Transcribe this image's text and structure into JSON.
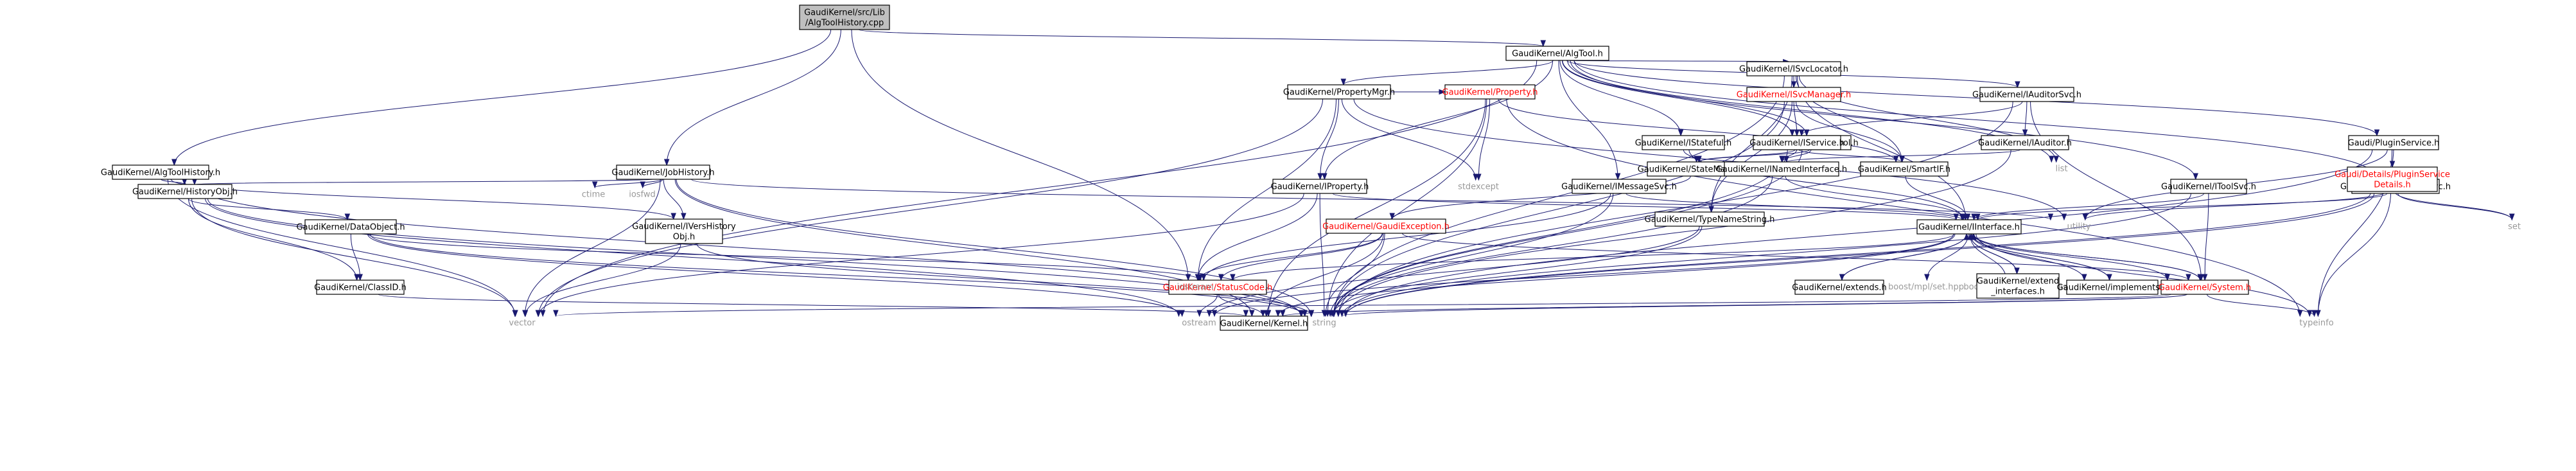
{
  "graph": {
    "nodes": [
      {
        "id": "root",
        "lines": [
          "GaudiKernel/src/Lib",
          "/AlgToolHistory.cpp"
        ],
        "style": "root"
      },
      {
        "id": "algtool",
        "lines": [
          "GaudiKernel/AlgTool.h"
        ],
        "style": "box"
      },
      {
        "id": "algtoolhistory",
        "lines": [
          "GaudiKernel/AlgToolHistory.h"
        ],
        "style": "box"
      },
      {
        "id": "jobhistory",
        "lines": [
          "GaudiKernel/JobHistory.h"
        ],
        "style": "box"
      },
      {
        "id": "historyobj",
        "lines": [
          "GaudiKernel/HistoryObj.h"
        ],
        "style": "box"
      },
      {
        "id": "dataobject",
        "lines": [
          "GaudiKernel/DataObject.h"
        ],
        "style": "box"
      },
      {
        "id": "classid",
        "lines": [
          "GaudiKernel/ClassID.h"
        ],
        "style": "box"
      },
      {
        "id": "ctime",
        "lines": [
          "ctime"
        ],
        "style": "plain"
      },
      {
        "id": "iosfwd",
        "lines": [
          "iosfwd"
        ],
        "style": "plain"
      },
      {
        "id": "iversh",
        "lines": [
          "GaudiKernel/IVersHistory",
          "Obj.h"
        ],
        "style": "box"
      },
      {
        "id": "propmgr",
        "lines": [
          "GaudiKernel/PropertyMgr.h"
        ],
        "style": "box"
      },
      {
        "id": "propertyh",
        "lines": [
          "GaudiKernel/Property.h"
        ],
        "style": "red"
      },
      {
        "id": "iproperty",
        "lines": [
          "GaudiKernel/IProperty.h"
        ],
        "style": "box"
      },
      {
        "id": "stdexcept",
        "lines": [
          "stdexcept"
        ],
        "style": "plain"
      },
      {
        "id": "istateful",
        "lines": [
          "GaudiKernel/IStateful.h"
        ],
        "style": "box"
      },
      {
        "id": "ialgtool",
        "lines": [
          "GaudiKernel/IAlgTool.h"
        ],
        "style": "box"
      },
      {
        "id": "statemachine",
        "lines": [
          "GaudiKernel/StateMachine.h"
        ],
        "style": "box"
      },
      {
        "id": "gaudiexc",
        "lines": [
          "GaudiKernel/GaudiException.h"
        ],
        "style": "red"
      },
      {
        "id": "imessagesvc",
        "lines": [
          "GaudiKernel/IMessageSvc.h"
        ],
        "style": "box"
      },
      {
        "id": "isvclocator",
        "lines": [
          "GaudiKernel/ISvcLocator.h"
        ],
        "style": "box"
      },
      {
        "id": "isvcmanager",
        "lines": [
          "GaudiKernel/ISvcManager.h"
        ],
        "style": "red"
      },
      {
        "id": "iservice",
        "lines": [
          "GaudiKernel/IService.h"
        ],
        "style": "box"
      },
      {
        "id": "smartif",
        "lines": [
          "GaudiKernel/SmartIF.h"
        ],
        "style": "box"
      },
      {
        "id": "inamed",
        "lines": [
          "GaudiKernel/INamedInterface.h"
        ],
        "style": "box"
      },
      {
        "id": "typename",
        "lines": [
          "GaudiKernel/TypeNameString.h"
        ],
        "style": "box"
      },
      {
        "id": "list",
        "lines": [
          "list"
        ],
        "style": "plain"
      },
      {
        "id": "iauditorsvc",
        "lines": [
          "GaudiKernel/IAuditorSvc.h"
        ],
        "style": "box"
      },
      {
        "id": "iauditor",
        "lines": [
          "GaudiKernel/IAuditor.h"
        ],
        "style": "box"
      },
      {
        "id": "itoolsvc",
        "lines": [
          "GaudiKernel/IToolSvc.h"
        ],
        "style": "box"
      },
      {
        "id": "imonitorsvc",
        "lines": [
          "GaudiKernel/IMonitorSvc.h"
        ],
        "style": "box"
      },
      {
        "id": "pluginservice",
        "lines": [
          "Gaudi/PluginService.h"
        ],
        "style": "box"
      },
      {
        "id": "pluginsvcdetails",
        "lines": [
          "Gaudi/Details/PluginService",
          "Details.h"
        ],
        "style": "red"
      },
      {
        "id": "iinterface",
        "lines": [
          "GaudiKernel/IInterface.h"
        ],
        "style": "box"
      },
      {
        "id": "utility",
        "lines": [
          "utility"
        ],
        "style": "plain"
      },
      {
        "id": "set",
        "lines": [
          "set"
        ],
        "style": "plain"
      },
      {
        "id": "statuscode",
        "lines": [
          "GaudiKernel/StatusCode.h"
        ],
        "style": "red"
      },
      {
        "id": "iostream",
        "lines": [
          "iostream"
        ],
        "style": "plain"
      },
      {
        "id": "extends",
        "lines": [
          "GaudiKernel/extends.h"
        ],
        "style": "box"
      },
      {
        "id": "mplset",
        "lines": [
          "boost/mpl/set.hpp"
        ],
        "style": "plain"
      },
      {
        "id": "mplinsert",
        "lines": [
          "boost/mpl/insert.hpp"
        ],
        "style": "plain"
      },
      {
        "id": "mplfold",
        "lines": [
          "boost/mpl/fold.hpp"
        ],
        "style": "plain"
      },
      {
        "id": "mplforeach",
        "lines": [
          "boost/mpl/for_each.hpp"
        ],
        "style": "plain"
      },
      {
        "id": "extendint",
        "lines": [
          "GaudiKernel/extend",
          "_interfaces.h"
        ],
        "style": "box"
      },
      {
        "id": "implements",
        "lines": [
          "GaudiKernel/implements.h"
        ],
        "style": "box"
      },
      {
        "id": "systemh",
        "lines": [
          "GaudiKernel/System.h"
        ],
        "style": "red"
      },
      {
        "id": "vector",
        "lines": [
          "vector"
        ],
        "style": "plain"
      },
      {
        "id": "ostream",
        "lines": [
          "ostream"
        ],
        "style": "plain"
      },
      {
        "id": "kernelh",
        "lines": [
          "GaudiKernel/Kernel.h"
        ],
        "style": "box"
      },
      {
        "id": "string",
        "lines": [
          "string"
        ],
        "style": "plain"
      },
      {
        "id": "typeinfo",
        "lines": [
          "typeinfo"
        ],
        "style": "plain"
      }
    ],
    "edges": [
      [
        "root",
        "algtool"
      ],
      [
        "root",
        "algtoolhistory"
      ],
      [
        "root",
        "jobhistory"
      ],
      [
        "root",
        "iostream"
      ],
      [
        "algtoolhistory",
        "historyobj"
      ],
      [
        "algtoolhistory",
        "iversh"
      ],
      [
        "algtoolhistory",
        "string"
      ],
      [
        "algtoolhistory",
        "vector"
      ],
      [
        "jobhistory",
        "historyobj"
      ],
      [
        "jobhistory",
        "ctime"
      ],
      [
        "jobhistory",
        "iosfwd"
      ],
      [
        "jobhistory",
        "iversh"
      ],
      [
        "jobhistory",
        "string"
      ],
      [
        "jobhistory",
        "vector"
      ],
      [
        "jobhistory",
        "utility"
      ],
      [
        "jobhistory",
        "kernelh"
      ],
      [
        "historyobj",
        "dataobject"
      ],
      [
        "historyobj",
        "classid"
      ],
      [
        "historyobj",
        "string"
      ],
      [
        "historyobj",
        "vector"
      ],
      [
        "historyobj",
        "ostream"
      ],
      [
        "dataobject",
        "classid"
      ],
      [
        "dataobject",
        "statuscode"
      ],
      [
        "dataobject",
        "string"
      ],
      [
        "dataobject",
        "ostream"
      ],
      [
        "classid",
        "kernelh"
      ],
      [
        "iversh",
        "string"
      ],
      [
        "iversh",
        "vector"
      ],
      [
        "algtool",
        "propmgr"
      ],
      [
        "algtool",
        "iproperty"
      ],
      [
        "algtool",
        "istateful"
      ],
      [
        "algtool",
        "ialgtool"
      ],
      [
        "algtool",
        "imessagesvc"
      ],
      [
        "algtool",
        "isvclocator"
      ],
      [
        "algtool",
        "iservice"
      ],
      [
        "algtool",
        "list"
      ],
      [
        "algtool",
        "iauditorsvc"
      ],
      [
        "algtool",
        "itoolsvc"
      ],
      [
        "algtool",
        "imonitorsvc"
      ],
      [
        "algtool",
        "pluginservice"
      ],
      [
        "algtool",
        "vector"
      ],
      [
        "propmgr",
        "propertyh"
      ],
      [
        "propmgr",
        "iproperty"
      ],
      [
        "propmgr",
        "stdexcept"
      ],
      [
        "propmgr",
        "iostream"
      ],
      [
        "propmgr",
        "vector"
      ],
      [
        "propmgr",
        "utility"
      ],
      [
        "propertyh",
        "smartif"
      ],
      [
        "propertyh",
        "stdexcept"
      ],
      [
        "propertyh",
        "string"
      ],
      [
        "propertyh",
        "typeinfo"
      ],
      [
        "propertyh",
        "kernelh"
      ],
      [
        "iproperty",
        "iinterface"
      ],
      [
        "iproperty",
        "iostream"
      ],
      [
        "iproperty",
        "string"
      ],
      [
        "iproperty",
        "vector"
      ],
      [
        "istateful",
        "statemachine"
      ],
      [
        "istateful",
        "iinterface"
      ],
      [
        "ialgtool",
        "statemachine"
      ],
      [
        "ialgtool",
        "inamed"
      ],
      [
        "ialgtool",
        "string"
      ],
      [
        "statemachine",
        "gaudiexc"
      ],
      [
        "gaudiexc",
        "statuscode"
      ],
      [
        "gaudiexc",
        "kernelh"
      ],
      [
        "gaudiexc",
        "string"
      ],
      [
        "gaudiexc",
        "iostream"
      ],
      [
        "gaudiexc",
        "systemh"
      ],
      [
        "imessagesvc",
        "iinterface"
      ],
      [
        "imessagesvc",
        "string"
      ],
      [
        "imessagesvc",
        "iostream"
      ],
      [
        "isvclocator",
        "isvcmanager"
      ],
      [
        "isvclocator",
        "iinterface"
      ],
      [
        "isvclocator",
        "smartif"
      ],
      [
        "isvclocator",
        "typename"
      ],
      [
        "isvclocator",
        "string"
      ],
      [
        "isvclocator",
        "list"
      ],
      [
        "isvcmanager",
        "iservice"
      ],
      [
        "isvcmanager",
        "smartif"
      ],
      [
        "isvcmanager",
        "typename"
      ],
      [
        "isvcmanager",
        "string"
      ],
      [
        "iservice",
        "inamed"
      ],
      [
        "iservice",
        "smartif"
      ],
      [
        "iservice",
        "statemachine"
      ],
      [
        "iservice",
        "string"
      ],
      [
        "inamed",
        "iinterface"
      ],
      [
        "inamed",
        "string"
      ],
      [
        "smartif",
        "iinterface"
      ],
      [
        "typename",
        "string"
      ],
      [
        "typename",
        "ostream"
      ],
      [
        "iauditorsvc",
        "iservice"
      ],
      [
        "iauditorsvc",
        "iauditor"
      ],
      [
        "iauditorsvc",
        "systemh"
      ],
      [
        "iauditorsvc",
        "string"
      ],
      [
        "iauditor",
        "inamed"
      ],
      [
        "iauditor",
        "string"
      ],
      [
        "itoolsvc",
        "iinterface"
      ],
      [
        "itoolsvc",
        "systemh"
      ],
      [
        "itoolsvc",
        "string"
      ],
      [
        "imonitorsvc",
        "iinterface"
      ],
      [
        "imonitorsvc",
        "set"
      ],
      [
        "imonitorsvc",
        "string"
      ],
      [
        "pluginservice",
        "pluginsvcdetails"
      ],
      [
        "pluginservice",
        "string"
      ],
      [
        "pluginservice",
        "typeinfo"
      ],
      [
        "pluginservice",
        "utility"
      ],
      [
        "pluginsvcdetails",
        "set"
      ],
      [
        "pluginsvcdetails",
        "string"
      ],
      [
        "pluginsvcdetails",
        "typeinfo"
      ],
      [
        "pluginsvcdetails",
        "utility"
      ],
      [
        "iinterface",
        "statuscode"
      ],
      [
        "iinterface",
        "kernelh"
      ],
      [
        "iinterface",
        "systemh"
      ],
      [
        "iinterface",
        "extends"
      ],
      [
        "iinterface",
        "mplset"
      ],
      [
        "iinterface",
        "mplinsert"
      ],
      [
        "iinterface",
        "mplfold"
      ],
      [
        "iinterface",
        "mplforeach"
      ],
      [
        "iinterface",
        "extendint"
      ],
      [
        "iinterface",
        "implements"
      ],
      [
        "iinterface",
        "ostream"
      ],
      [
        "iinterface",
        "typeinfo"
      ],
      [
        "extends",
        "iinterface"
      ],
      [
        "extendint",
        "iinterface"
      ],
      [
        "implements",
        "iinterface"
      ],
      [
        "systemh",
        "iinterface"
      ],
      [
        "statuscode",
        "kernelh"
      ],
      [
        "statuscode",
        "ostream"
      ],
      [
        "systemh",
        "kernelh"
      ],
      [
        "systemh",
        "string"
      ],
      [
        "systemh",
        "vector"
      ],
      [
        "systemh",
        "typeinfo"
      ]
    ]
  }
}
